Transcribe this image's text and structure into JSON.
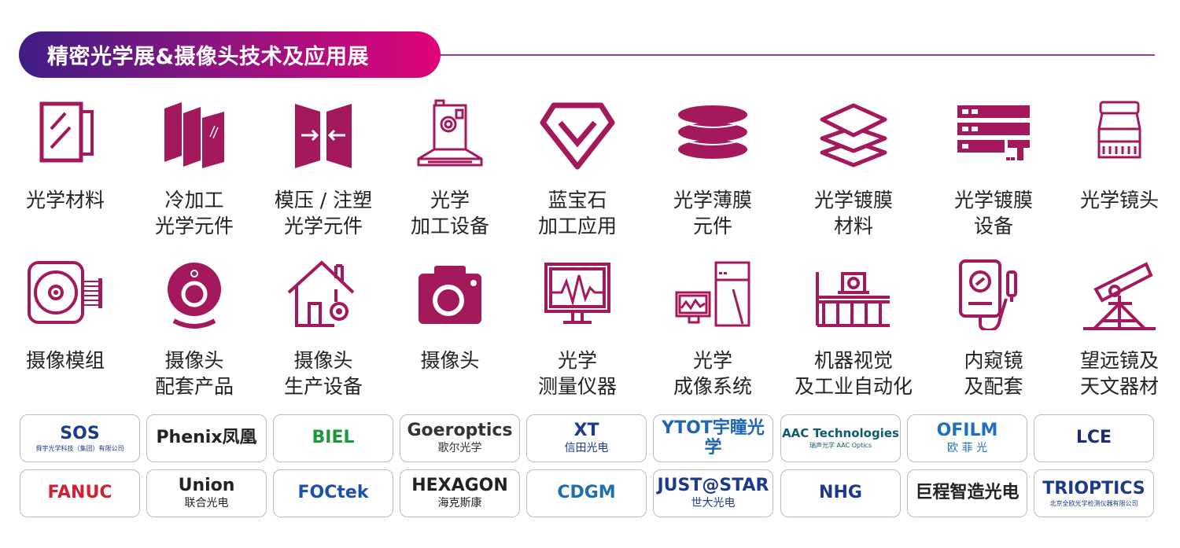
{
  "header": {
    "title": "精密光学展&摄像头技术及应用展"
  },
  "accent": "#a3195b",
  "categories": [
    {
      "icon": "glass-panel-icon",
      "lines": [
        "光学材料"
      ]
    },
    {
      "icon": "glass-sheets-icon",
      "lines": [
        "冷加工",
        "光学元件"
      ]
    },
    {
      "icon": "mold-press-icon",
      "lines": [
        "模压 / 注塑",
        "光学元件"
      ]
    },
    {
      "icon": "processing-machine-icon",
      "lines": [
        "光学",
        "加工设备"
      ]
    },
    {
      "icon": "sapphire-gem-icon",
      "lines": [
        "蓝宝石",
        "加工应用"
      ]
    },
    {
      "icon": "film-discs-icon",
      "lines": [
        "光学薄膜",
        "元件"
      ]
    },
    {
      "icon": "coating-layers-icon",
      "lines": [
        "光学镀膜",
        "材料"
      ]
    },
    {
      "icon": "coating-equipment-icon",
      "lines": [
        "光学镀膜",
        "设备"
      ]
    },
    {
      "icon": "lens-icon",
      "lines": [
        "光学镜头"
      ]
    },
    {
      "icon": "camera-module-icon",
      "lines": [
        "摄像模组"
      ]
    },
    {
      "icon": "webcam-icon",
      "lines": [
        "摄像头",
        "配套产品"
      ]
    },
    {
      "icon": "factory-gear-icon",
      "lines": [
        "摄像头",
        "生产设备"
      ]
    },
    {
      "icon": "camera-icon",
      "lines": [
        "摄像头"
      ]
    },
    {
      "icon": "monitor-waveform-icon",
      "lines": [
        "光学",
        "测量仪器"
      ]
    },
    {
      "icon": "imaging-system-icon",
      "lines": [
        "光学",
        "成像系统"
      ]
    },
    {
      "icon": "machine-vision-icon",
      "lines": [
        "机器视觉",
        "及工业自动化"
      ]
    },
    {
      "icon": "endoscope-icon",
      "lines": [
        "内窥镜",
        "及配套"
      ]
    },
    {
      "icon": "telescope-icon",
      "lines": [
        "望远镜及",
        "天文器材"
      ]
    }
  ],
  "logos": [
    {
      "main": "SOS",
      "sub": "舜宇光学科技（集团）有限公司",
      "color": "#1b3a8c"
    },
    {
      "main": "Phenix凤凰",
      "sub": "",
      "color": "#222"
    },
    {
      "main": "BIEL",
      "sub": "",
      "color": "#1a9b3a"
    },
    {
      "main": "Goeroptics",
      "sub": "歌尔光学",
      "color": "#333"
    },
    {
      "main": "XT",
      "sub": "信田光电",
      "color": "#1b3a8c"
    },
    {
      "main": "YTOT宇瞳光学",
      "sub": "",
      "color": "#1f66b0"
    },
    {
      "main": "AAC Technologies",
      "sub": "瑞声光学 AAC Optics",
      "color": "#0d5b6b"
    },
    {
      "main": "OFILM",
      "sub": "欧 菲 光",
      "color": "#1f6fc0"
    },
    {
      "main": "LCE",
      "sub": "",
      "color": "#1b2f6e"
    },
    {
      "main": "FANUC",
      "sub": "",
      "color": "#d1202f"
    },
    {
      "main": "Union",
      "sub": "联合光电",
      "color": "#222"
    },
    {
      "main": "FOCtek",
      "sub": "",
      "color": "#1c4fb0"
    },
    {
      "main": "HEXAGON",
      "sub": "海克斯康",
      "color": "#222"
    },
    {
      "main": "CDGM",
      "sub": "",
      "color": "#1f6fb0"
    },
    {
      "main": "JUST@STAR",
      "sub": "世大光电",
      "color": "#1b3a8c"
    },
    {
      "main": "NHG",
      "sub": "",
      "color": "#1b3a8c"
    },
    {
      "main": "巨程智造光电",
      "sub": "",
      "color": "#222"
    },
    {
      "main": "TRIOPTICS",
      "sub": "北京全欧光学检测仪器有限公司",
      "color": "#1b3a8c"
    }
  ]
}
